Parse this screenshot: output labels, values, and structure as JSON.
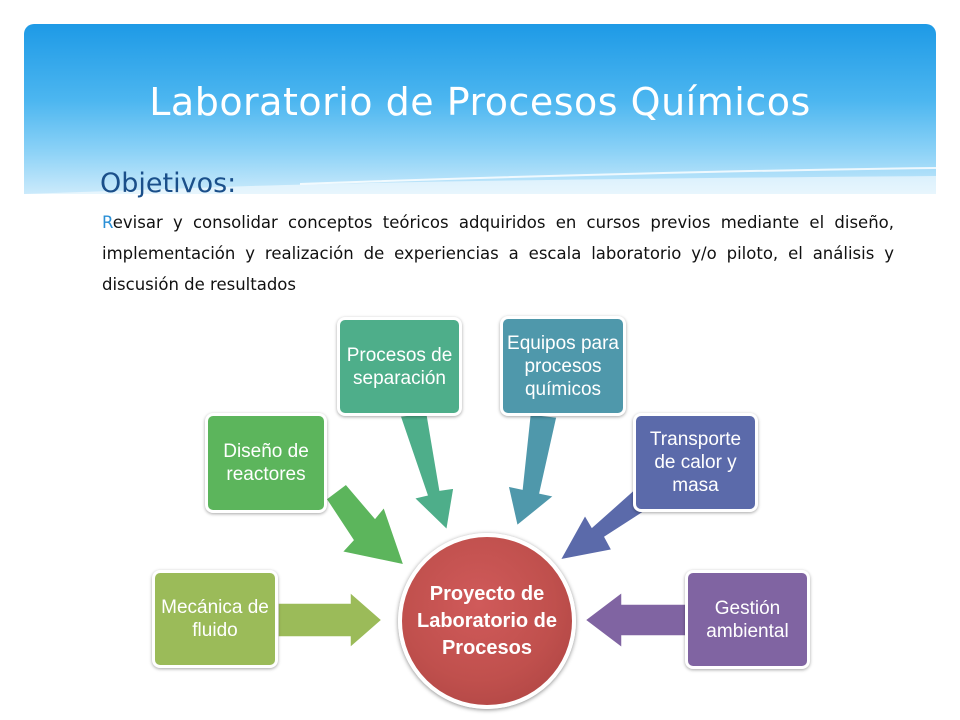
{
  "slide": {
    "title": "Laboratorio de  Procesos Químicos",
    "objectives_heading": "Objetivos:",
    "objectives_first_letter": "R",
    "objectives_text": "evisar y consolidar conceptos teóricos adquiridos en cursos previos mediante el diseño, implementación y realización de experiencias a escala laboratorio y/o piloto, el análisis y discusión de resultados"
  },
  "diagram": {
    "center": "Proyecto de Laboratorio de Procesos",
    "nodes": [
      {
        "label": "Mecánica de fluido",
        "color": "#9bbb59"
      },
      {
        "label": "Diseño de reactores",
        "color": "#5cb55c"
      },
      {
        "label": "Procesos de separación",
        "color": "#4eae8a"
      },
      {
        "label": "Equipos para procesos químicos",
        "color": "#4f98ab"
      },
      {
        "label": "Transporte de calor y masa",
        "color": "#5b6aaa"
      },
      {
        "label": "Gestión ambiental",
        "color": "#8064a2"
      }
    ],
    "center_color": "#c0504d"
  }
}
